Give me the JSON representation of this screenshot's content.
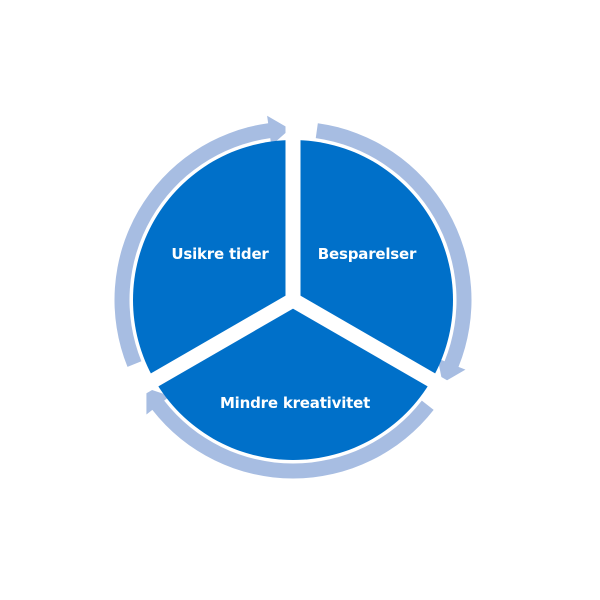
{
  "diagram": {
    "type": "cycle",
    "segments": [
      {
        "label": "Usikre tider"
      },
      {
        "label": "Besparelser"
      },
      {
        "label": "Mindre kreativitet"
      }
    ],
    "colors": {
      "segment_fill": "#0070C9",
      "ring": "#A7BDE2",
      "gap": "#FFFFFF"
    }
  }
}
